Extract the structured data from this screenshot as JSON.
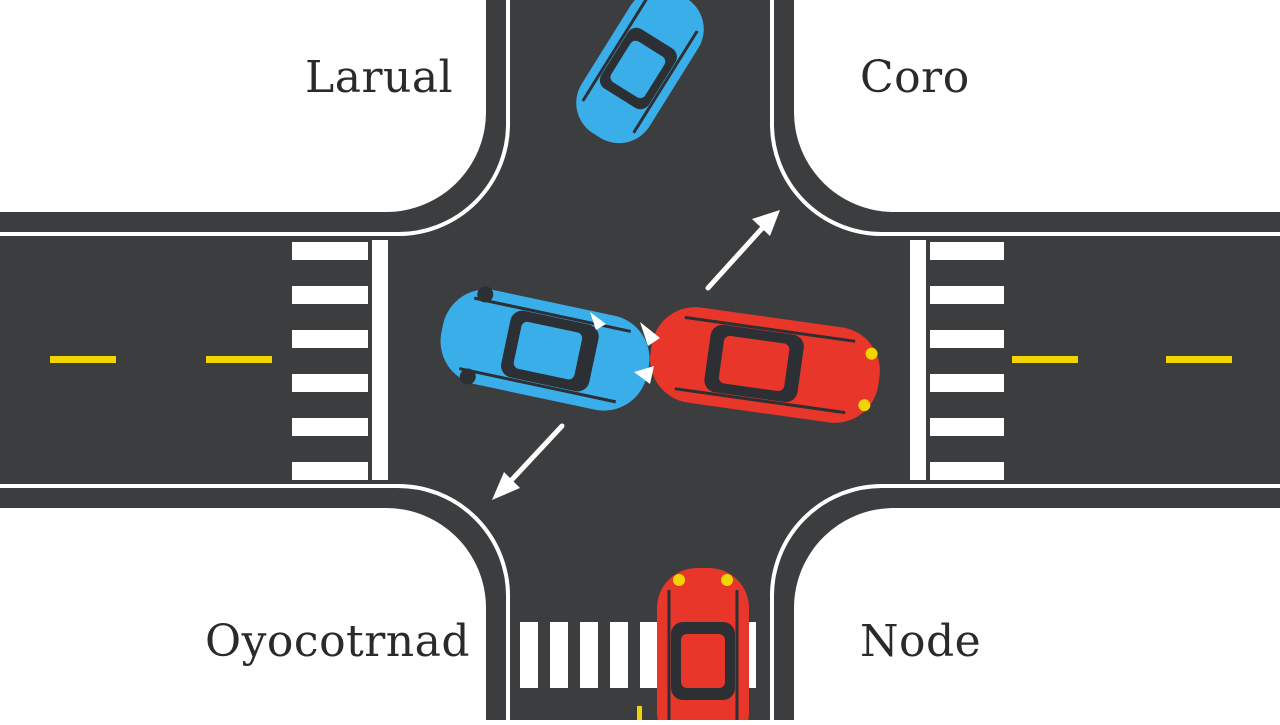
{
  "labels": {
    "north_west": "Larual",
    "north_east": "Coro",
    "south_west": "Oyocotrnad",
    "south_east": "Node"
  },
  "colors": {
    "background": "#ffffff",
    "asphalt": "#3b3d3f",
    "curb_line": "#ffffff",
    "center_line": "#f2d400",
    "crosswalk": "#ffffff",
    "car_blue": "#3aaee8",
    "car_red": "#e8362b",
    "car_detail": "#2c2f33",
    "arrow": "#ffffff"
  },
  "icons": {
    "top_vehicle": "blue-car-icon",
    "collision_blue": "blue-car-icon",
    "collision_red": "red-car-icon",
    "bottom_vehicle": "red-car-icon",
    "direction_up": "arrow-up-right-icon",
    "direction_down": "arrow-down-left-icon"
  }
}
